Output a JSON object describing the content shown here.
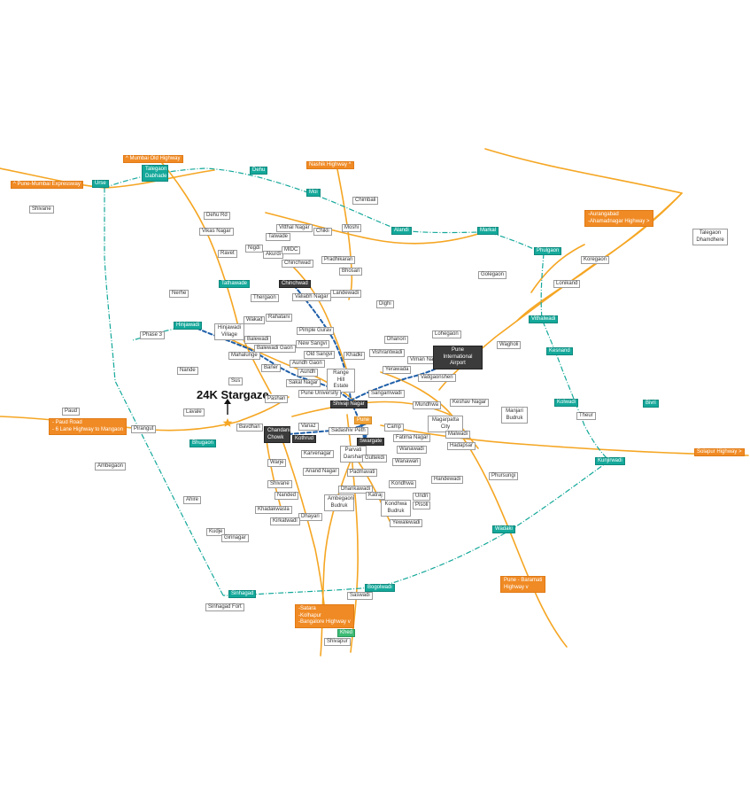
{
  "title": "24K Stargaze",
  "colors": {
    "road": "#f5a623",
    "expressway": "#14a89a",
    "metro": "#1f5fa8",
    "white_label": "#ffffff",
    "teal_label": "#14a89a",
    "dark_label": "#3b3b3b",
    "orange_label": "#f08a24",
    "star": "#f5a623"
  },
  "icons": {
    "site_marker": "star-icon",
    "north_arrow": "arrow-up-icon"
  },
  "labels": {
    "white": [
      "Shivane",
      "Dehu Rd",
      "Vitthal Nagar",
      "Chikli",
      "Chimbali",
      "Talwade",
      "Vikas Nagar",
      "Moshi",
      "Nigdi",
      "Akurdi",
      "MIDC",
      "Ravet",
      "Chinchwad",
      "Pradhikaran",
      "Bhosari",
      "Golegaon",
      "Koregaon",
      "Lonikand",
      "Talegaon Dhamdhere",
      "Nerhe",
      "Thergaon",
      "Landewadi",
      "Dighi",
      "Wakad",
      "Rahatani",
      "Valiabh Nagar",
      "Phase 3",
      "Hinjawadi Village",
      "Balewadi",
      "Pimple Gurav",
      "Dhanori",
      "Lohegaon",
      "Wagholi",
      "Balewadi Gaon",
      "New Sangvi",
      "Mahalunge",
      "Old Sangvi",
      "Khadki",
      "Vishrantwadi",
      "Viman Nagar",
      "Nande",
      "Baner",
      "Aundh Gaon",
      "Yerawada",
      "Aundh",
      "Range Hill Estate",
      "Vadgaonsheri",
      "Sus",
      "Sakal Nagar",
      "Pune University",
      "Keshav Nagar",
      "Manjari Budruk",
      "Paud",
      "Lavale",
      "Pashan",
      "Mundhwa",
      "Sangamwadi",
      "Theur",
      "Magarpatta City",
      "Vanaz",
      "Bavdhan",
      "Sadashiv Peth",
      "Camp",
      "Malwadi",
      "Fatima Nagar",
      "Hadapsar",
      "Wanawadi",
      "Karvenagar",
      "Parvati Darshan",
      "Gultekdi",
      "Ambegaon",
      "Wanawari",
      "Warje",
      "Anand Nagar",
      "Padmavati",
      "Phursungi",
      "Handewadi",
      "Shivane",
      "Kondhwa",
      "Dhankawadi",
      "Nanded",
      "Katraj",
      "Undri",
      "Pisoli",
      "Ambegaon Budruk",
      "Kondhwa Budruk",
      "Khadakwasla",
      "Dhayari",
      "Kirkatwadi",
      "Yewalewadi",
      "Ahire",
      "Kudje",
      "Girinagar",
      "Saswadi",
      "Sinhagad Fort",
      "Shivapur"
    ],
    "teal": [
      "Talegaon Dabhade",
      "Dehu",
      "Urse",
      "Moi",
      "Alandi",
      "Markal",
      "Phulgaon",
      "Tathawade",
      "Vithalwadi",
      "Hinjawadi",
      "Kesnand",
      "Kolwadi",
      "Bhugaon",
      "Bivri",
      "Kunjirwadi",
      "Wadaki",
      "Sinhagad",
      "Bogolwadi"
    ],
    "dark": [
      "Chinchwad",
      "Pune International Airport",
      "Shivaji Nagar",
      "Chandani Chowk",
      "Kothrud",
      "Swargate"
    ],
    "orange": [
      "^ Mumbai Old Highway",
      "^ Pune-Mumbai Expressway",
      "Nashik Highway ^",
      "-Aurangabad\n-Ahamadnagar Highway >",
      "- Paud Road\n- 6 Lane Highway to Mangaon",
      "Solapur Highway >",
      "Pune - Baramati\nHighway v",
      "-Satara\n-Kolhapur\n-Bangalore Highway v"
    ],
    "metro_stations": [
      "Swargate",
      "Khed"
    ],
    "other": [
      "Pirangut",
      "Pune"
    ]
  }
}
